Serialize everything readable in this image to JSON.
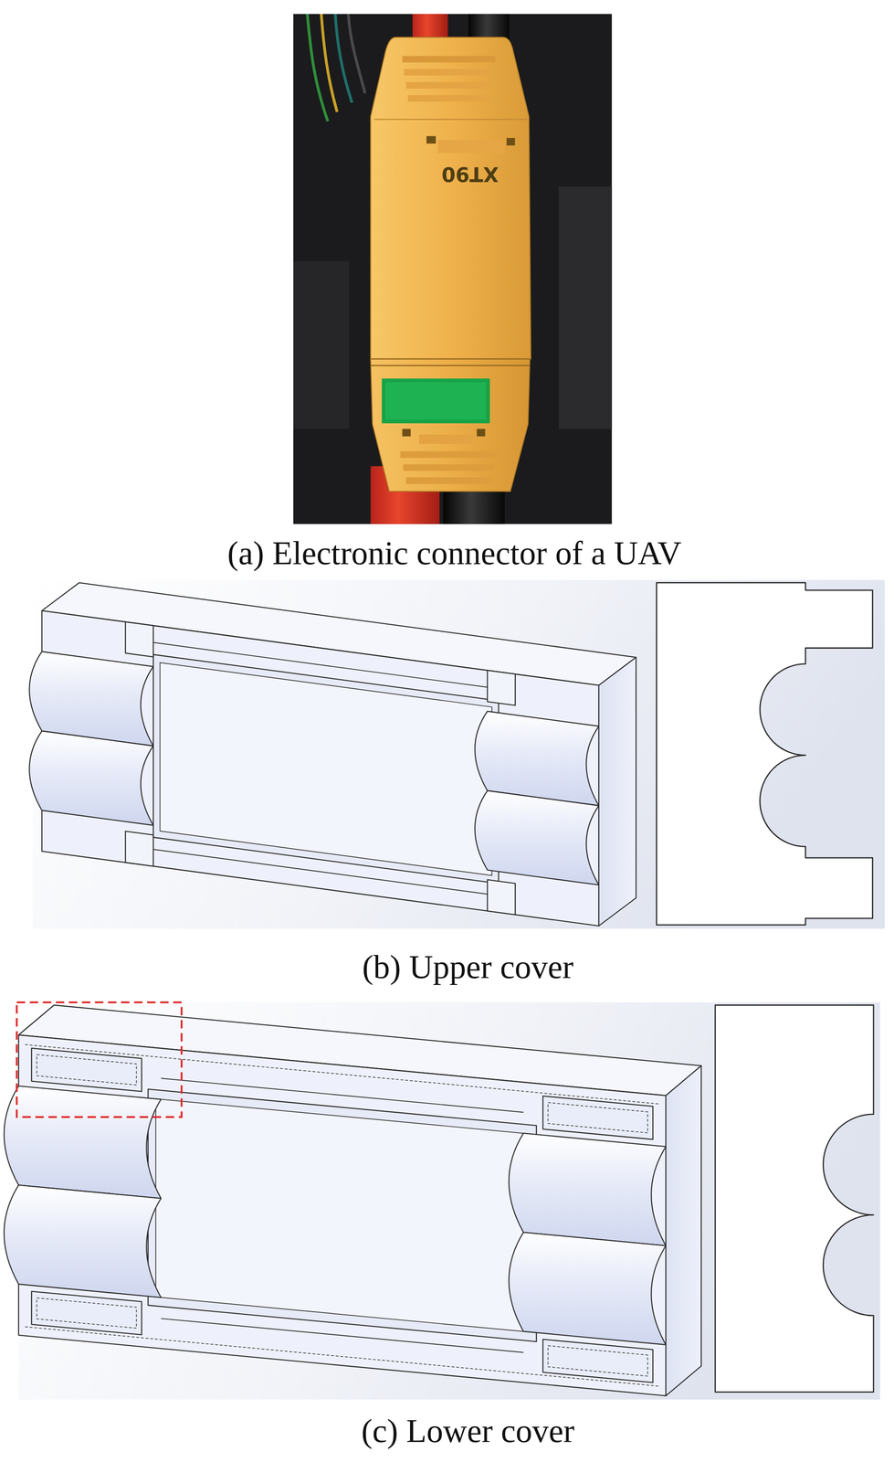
{
  "diagram": {
    "labels": [
      "XT90",
      "(a) Electronic connector of a UAV",
      "(b) Upper cover",
      "(c) Lower cover"
    ]
  }
}
